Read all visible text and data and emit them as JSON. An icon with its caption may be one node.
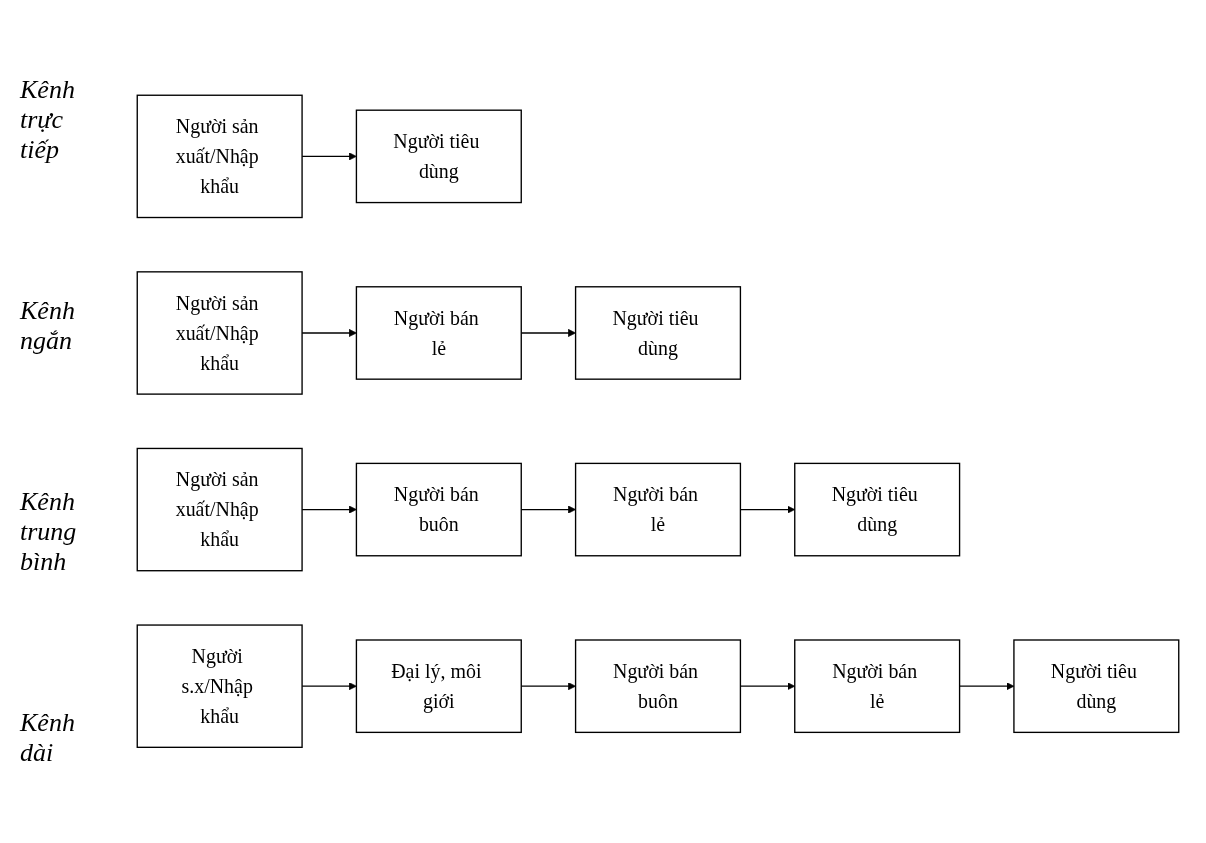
{
  "diagram": {
    "nodes": [
      {
        "text": [
          "Người sản xuất/Nhập khẩu"
        ]
      },
      {
        "text": [
          "Người tiêu dùng"
        ]
      },
      {
        "text": [
          "Người sản xuất/Nhập khẩu"
        ]
      },
      {
        "text": [
          "Người bán lẻ"
        ]
      },
      {
        "text": [
          "Người tiêu dùng"
        ]
      },
      {
        "text": [
          "Người sản xuất/Nhập khẩu"
        ]
      },
      {
        "text": [
          "Người bán buôn"
        ]
      },
      {
        "text": [
          "Người bán lẻ"
        ]
      },
      {
        "text": [
          "Người tiêu dùng"
        ]
      },
      {
        "text": [
          "Người s.x/Nhập khẩu"
        ]
      },
      {
        "text": [
          "Đại lý, môi giới"
        ]
      },
      {
        "text": [
          "Người bán buôn"
        ]
      },
      {
        "text": [
          "Người bán lẻ"
        ]
      },
      {
        "text": [
          "Người tiêu dùng"
        ]
      }
    ],
    "edges": [
      {
        "from": 0,
        "to": 1,
        "arrow": "to"
      },
      {
        "from": 2,
        "to": 3,
        "arrow": "to"
      },
      {
        "from": 3,
        "to": 4,
        "arrow": "to"
      },
      {
        "from": 5,
        "to": 6,
        "arrow": "to"
      },
      {
        "from": 6,
        "to": 7,
        "arrow": "to"
      },
      {
        "from": 7,
        "to": 8,
        "arrow": "to"
      },
      {
        "from": 9,
        "to": 10,
        "arrow": "to"
      },
      {
        "from": 10,
        "to": 11,
        "arrow": "to"
      },
      {
        "from": 11,
        "to": 12,
        "arrow": "to"
      },
      {
        "from": 12,
        "to": 13,
        "arrow": "to"
      }
    ],
    "labels": [
      "Kênh trực tiếp",
      "Kênh ngắn",
      "Kênh trung bình",
      "Kênh dài"
    ]
  }
}
